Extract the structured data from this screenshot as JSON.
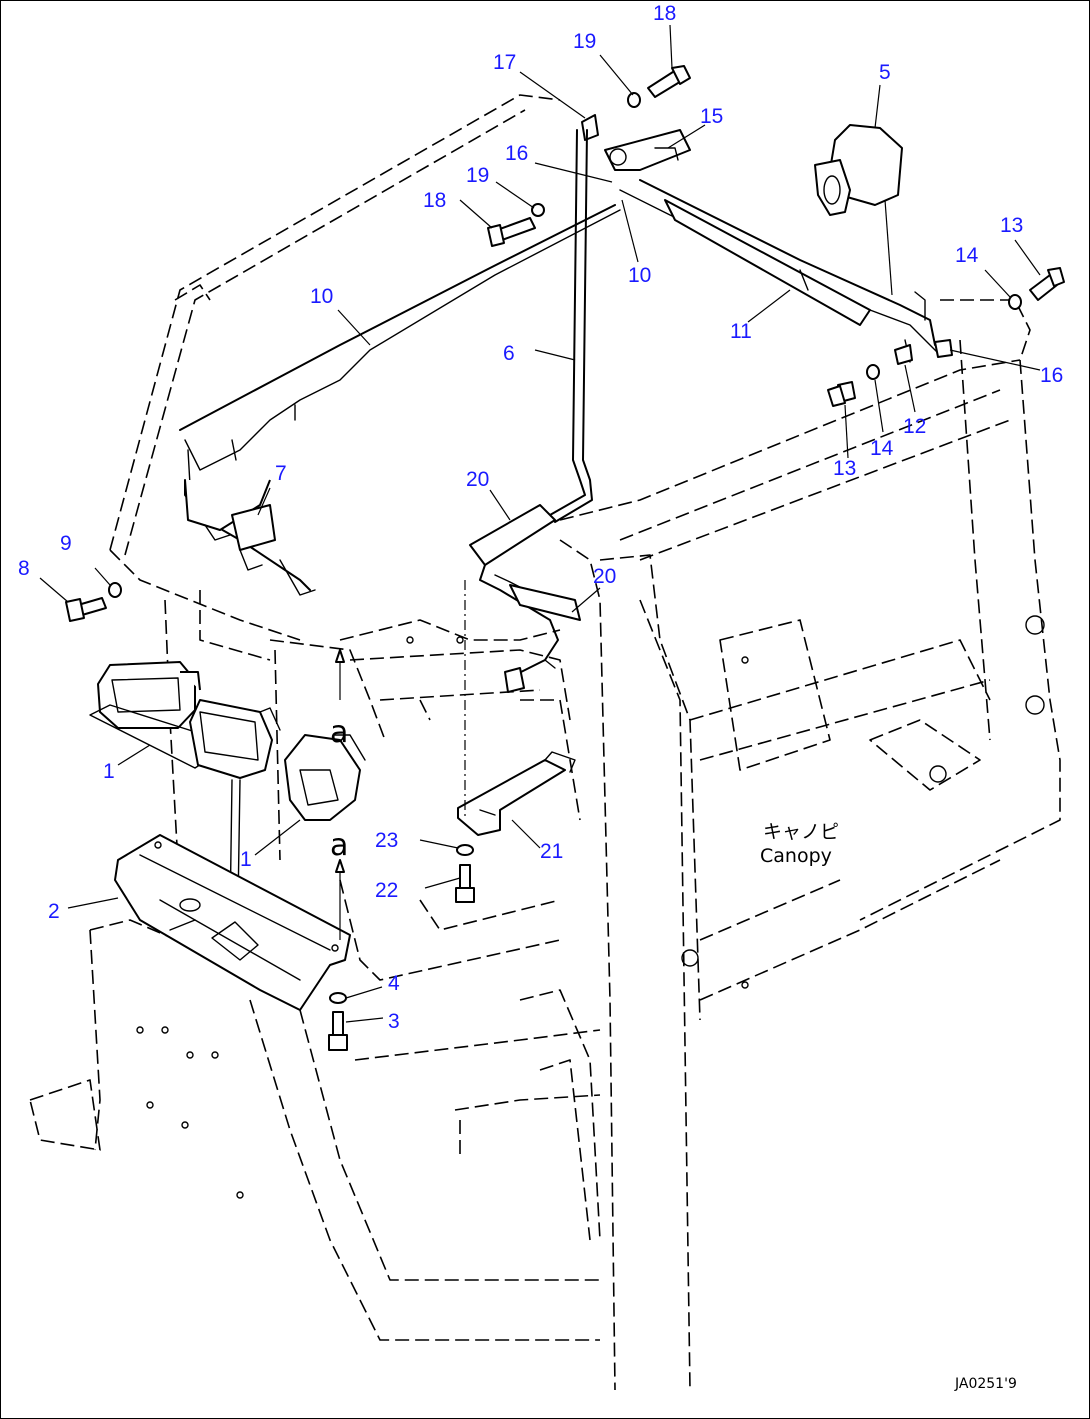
{
  "diagram": {
    "drawing_code": "JA0251'9",
    "canopy_label_jp": "キャノピ",
    "canopy_label_en": "Canopy",
    "reference_mark": "a",
    "label_color": "#1a1aff",
    "callouts": [
      "1",
      "1",
      "2",
      "3",
      "4",
      "5",
      "6",
      "7",
      "8",
      "9",
      "10",
      "10",
      "11",
      "12",
      "13",
      "13",
      "14",
      "14",
      "15",
      "16",
      "16",
      "17",
      "18",
      "18",
      "19",
      "19",
      "20",
      "20",
      "21",
      "22",
      "23"
    ]
  }
}
